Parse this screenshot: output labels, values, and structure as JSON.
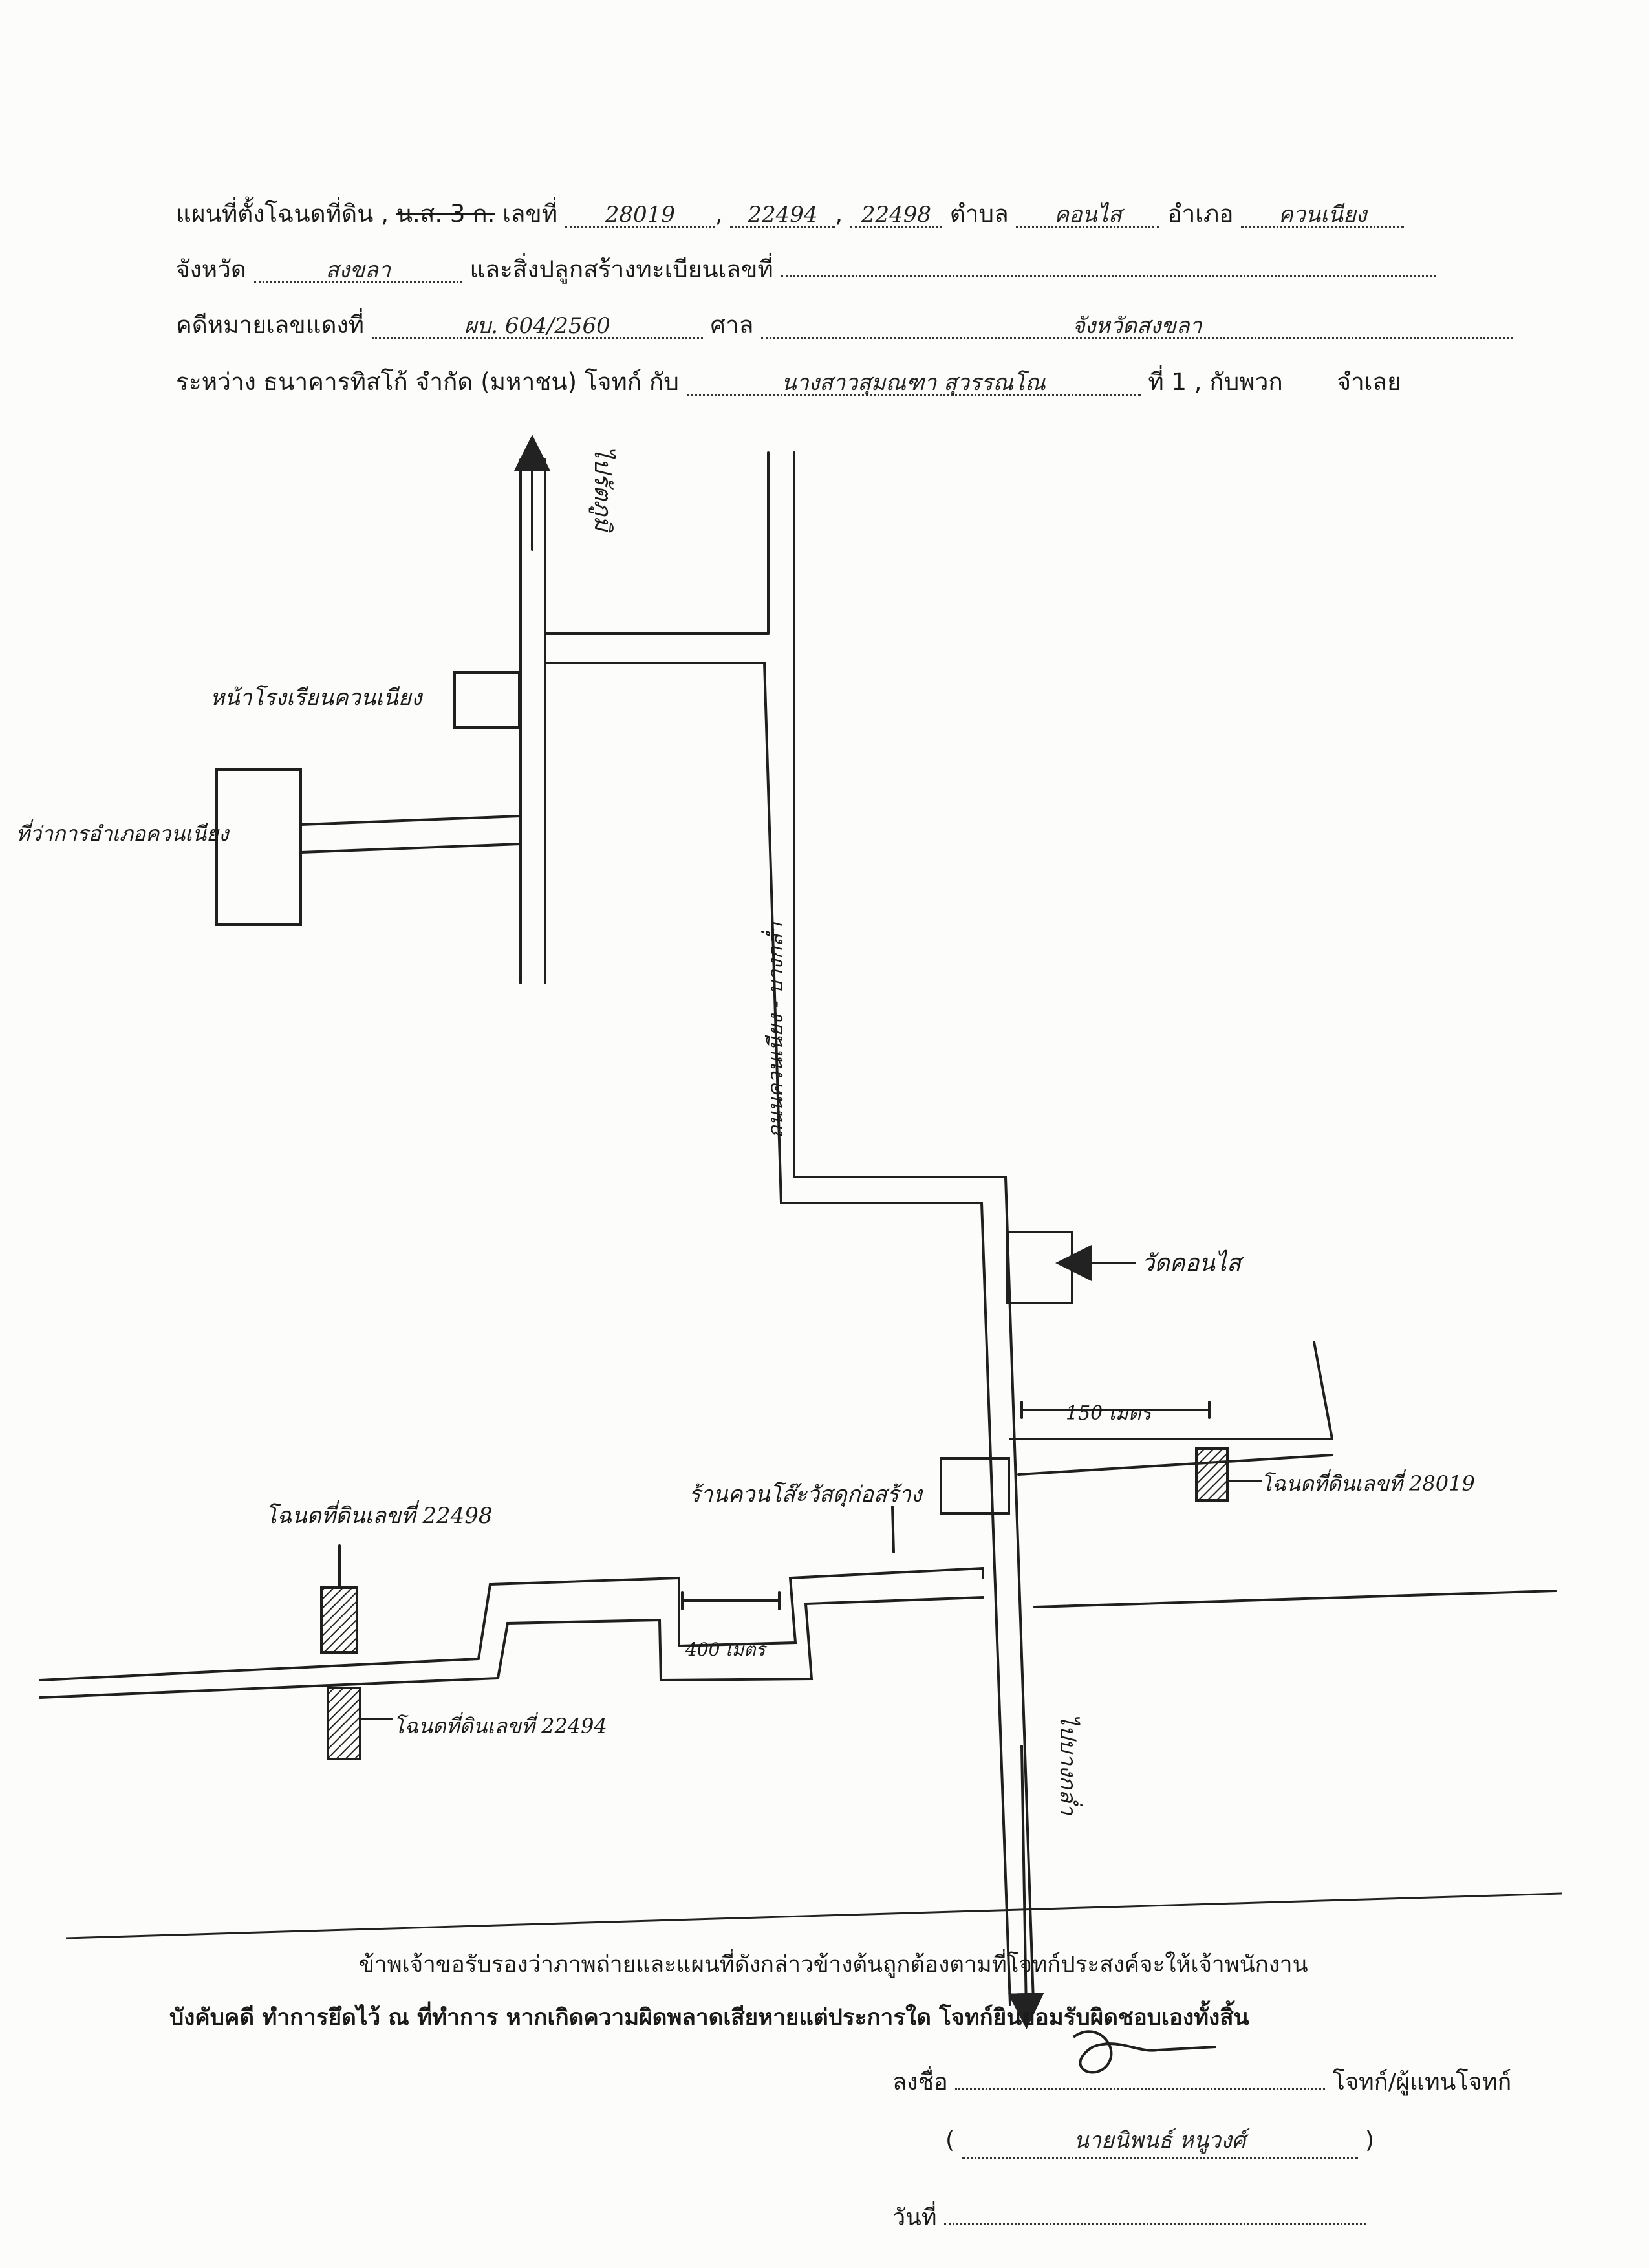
{
  "header": {
    "line1": {
      "label_map": "แผนที่ตั้งโฉนดที่ดิน",
      "struck_type": "น.ส. 3 ก.",
      "label_number": "เลขที่",
      "numbers": "28019",
      "numbers2": "22494",
      "numbers3": "22498",
      "label_tambon": "ตำบล",
      "tambon": "คอนไส",
      "label_amphoe": "อำเภอ",
      "amphoe": "ควนเนียง"
    },
    "line2": {
      "label_province": "จังหวัด",
      "province": "สงขลา",
      "label_building": "และสิ่งปลูกสร้างทะเบียนเลขที่"
    },
    "line3": {
      "label_case": "คดีหมายเลขแดงที่",
      "case_no": "ผบ. 604/2560",
      "label_court": "ศาล",
      "court": "จังหวัดสงขลา"
    },
    "line4": {
      "text_between": "ระหว่าง ธนาคารทิสโก้ จำกัด (มหาชน) โจทก์ กับ",
      "defendant": "นางสาวสุมณฑา สุวรรณโณ",
      "text_after": "ที่ 1 , กับพวก",
      "text_defendant": "จำเลย"
    }
  },
  "map": {
    "label_to_rattaphum": "ไปรัตภูมิ",
    "label_school": "หน้าโรงเรียนควนเนียง",
    "label_district_office": "ที่ว่าการอำเภอควนเนียง",
    "label_road_vertical": "ถนนควนเนียง - บางกล่ำ",
    "label_temple": "วัดคอนไส",
    "label_150m": "150 เมตร",
    "label_deed_28019": "โฉนดที่ดินเลขที่ 28019",
    "label_shop": "ร้านควนโส๊ะวัสดุก่อสร้าง",
    "label_deed_22498": "โฉนดที่ดินเลขที่ 22498",
    "label_400m": "400 เมตร",
    "label_deed_22494": "โฉนดที่ดินเลขที่ 22494",
    "label_to_bangklam": "ไปบางกล่ำ"
  },
  "footer": {
    "certify_line1": "ข้าพเจ้าขอรับรองว่าภาพถ่ายและแผนที่ดังกล่าวข้างต้นถูกต้องตามที่โจทก์ประสงค์จะให้เจ้าพนักงาน",
    "certify_line2": "บังคับคดี ทำการยึดไว้ ณ ที่ทำการ หากเกิดความผิดพลาดเสียหายแต่ประการใด โจทก์ยินยอมรับผิดชอบเองทั้งสิ้น",
    "sign_label": "ลงชื่อ",
    "sign_role": "โจทก์/ผู้แทนโจทก์",
    "signer_name": "นายนิพนธ์ หนูวงศ์",
    "date_label": "วันที่"
  }
}
